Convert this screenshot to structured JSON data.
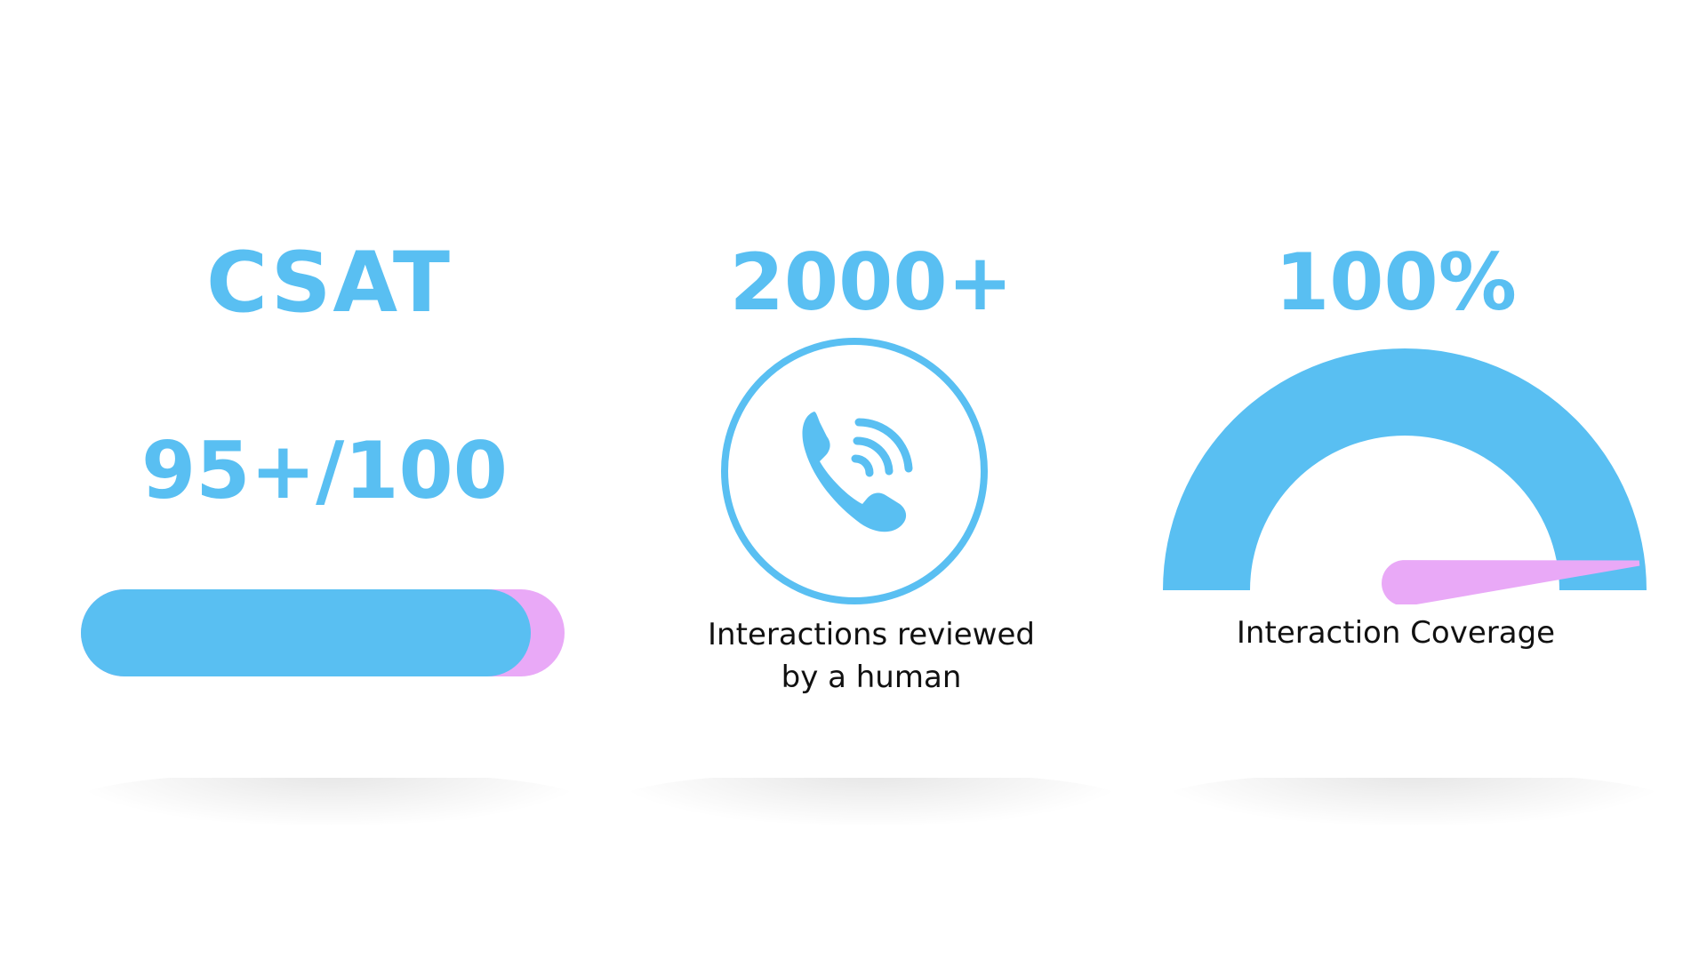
{
  "colors": {
    "accent_blue": "#59bff2",
    "accent_pink": "#e9a9f7",
    "text_dark": "#111111",
    "background": "#ffffff"
  },
  "csat_card": {
    "title": "CSAT",
    "score": "95+/100",
    "score_fraction": 0.93
  },
  "reviews_card": {
    "value": "2000+",
    "icon": "phone-ringing-icon",
    "caption_line1": "Interactions reviewed",
    "caption_line2": "by a human"
  },
  "coverage_card": {
    "value": "100%",
    "gauge_fraction": 1.0,
    "caption": "Interaction Coverage"
  }
}
